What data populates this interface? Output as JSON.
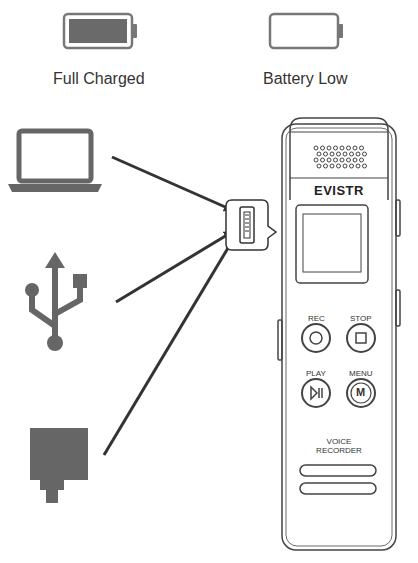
{
  "diagram": {
    "labels": [
      "Full Charged",
      "Battery Low",
      "EVISTR",
      "REC",
      "STOP",
      "PLAY",
      "MENU",
      "M",
      "VOICE RECORDER"
    ]
  }
}
